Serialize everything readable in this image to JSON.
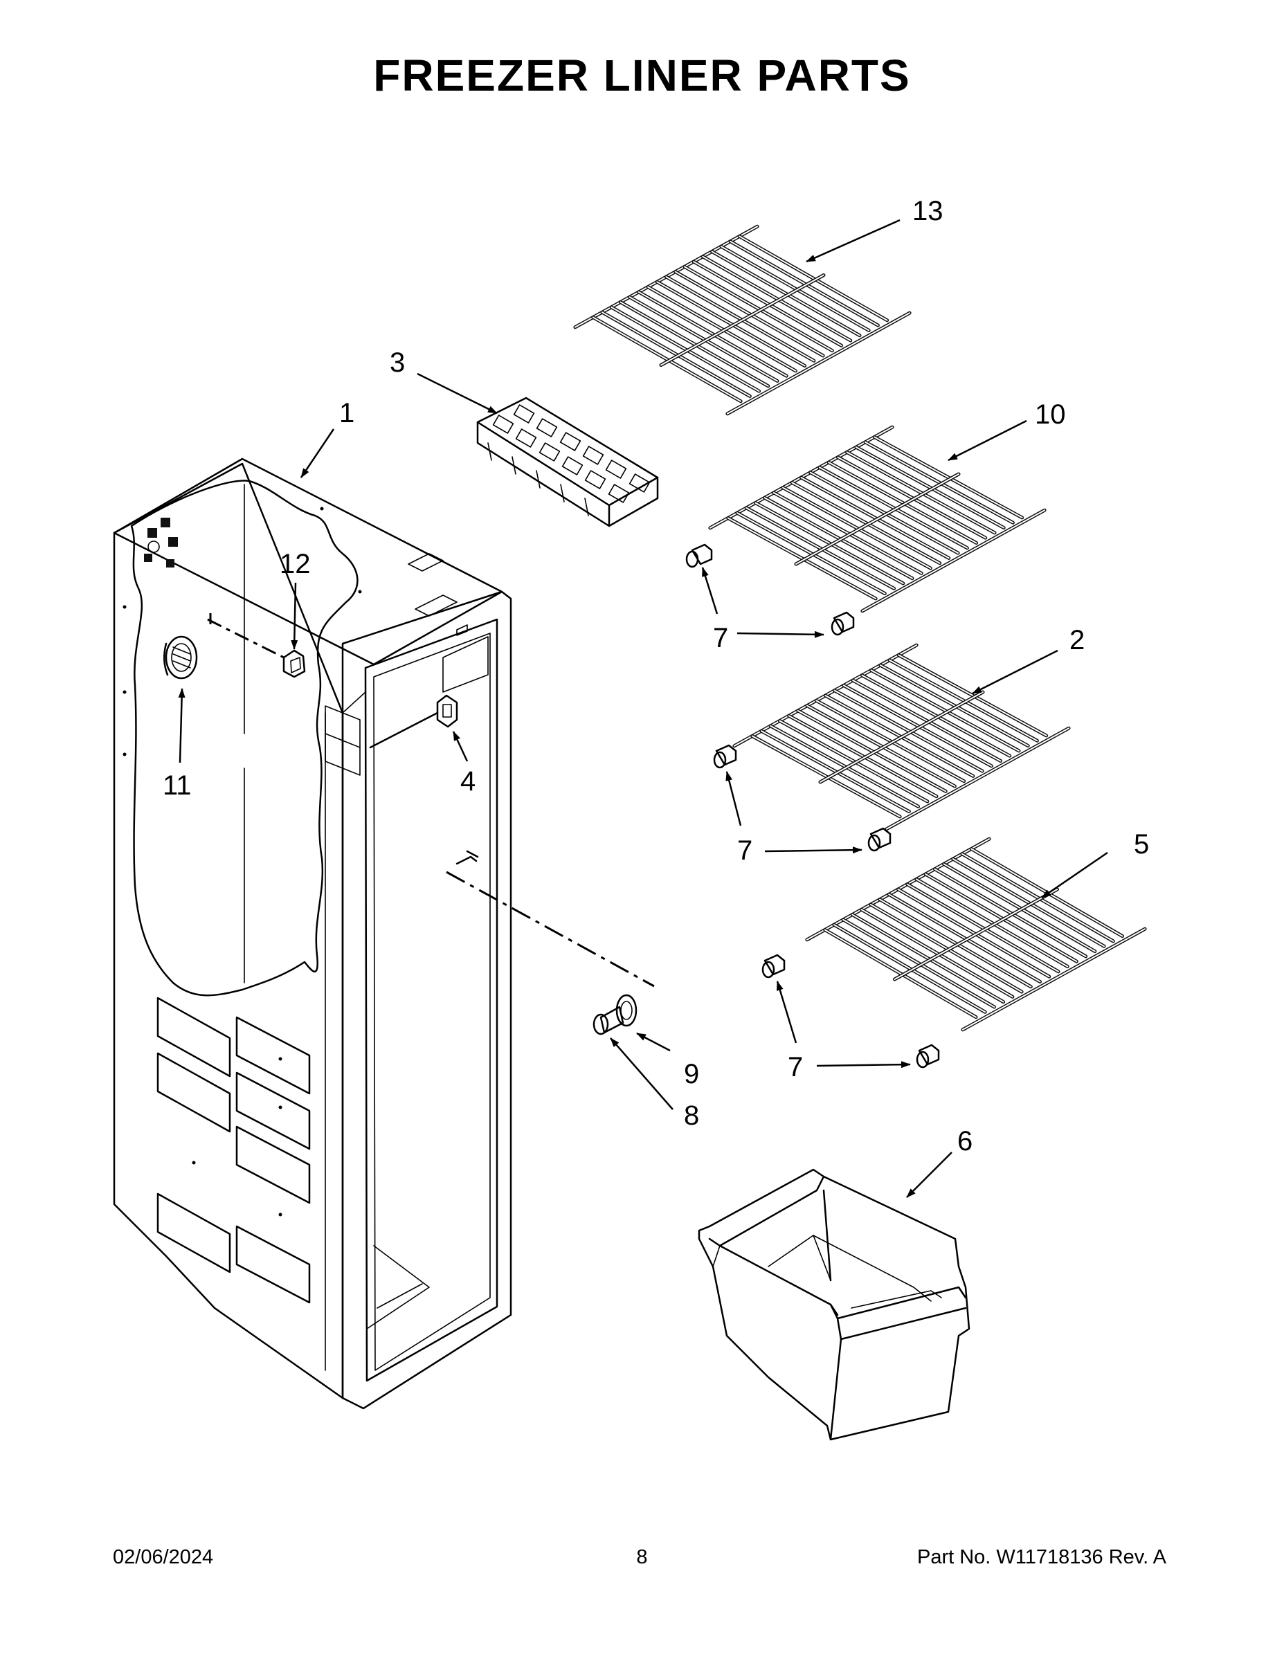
{
  "title": "FREEZER LINER PARTS",
  "footer": {
    "date": "02/06/2024",
    "page": "8",
    "part": "Part No.  W11718136  Rev.  A"
  },
  "callouts": {
    "c1": "1",
    "c2": "2",
    "c3": "3",
    "c4": "4",
    "c5": "5",
    "c6": "6",
    "c7a": "7",
    "c7b": "7",
    "c7c": "7",
    "c8": "8",
    "c9": "9",
    "c10": "10",
    "c11": "11",
    "c12": "12",
    "c13": "13"
  }
}
